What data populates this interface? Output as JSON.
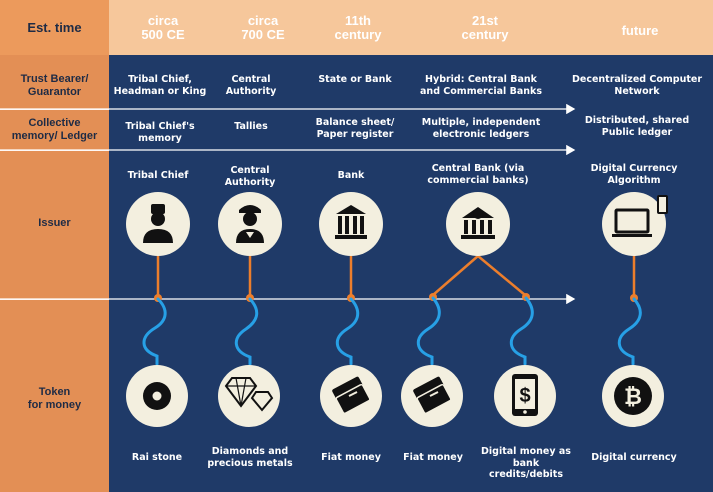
{
  "header": {
    "label": "Est. time",
    "eras": [
      {
        "line1": "circa",
        "line2": "500 CE"
      },
      {
        "line1": "circa",
        "line2": "700 CE"
      },
      {
        "line1": "11th",
        "line2": "century"
      },
      {
        "line1": "21st",
        "line2": "century"
      },
      {
        "line1": "future",
        "line2": ""
      }
    ]
  },
  "rows": {
    "trust": {
      "label1": "Trust Bearer/",
      "label2": "Guarantor",
      "cells": [
        [
          "Tribal Chief,",
          "Headman or King"
        ],
        [
          "Central",
          "Authority"
        ],
        [
          "State or Bank",
          ""
        ],
        [
          "Hybrid: Central Bank",
          "and Commercial Banks"
        ],
        [
          "Decentralized Computer",
          "Network"
        ]
      ]
    },
    "ledger": {
      "label1": "Collective",
      "label2": "memory/ Ledger",
      "cells": [
        [
          "Tribal Chief's",
          "memory"
        ],
        [
          "Tallies",
          ""
        ],
        [
          "Balance sheet/",
          "Paper register"
        ],
        [
          "Multiple, independent",
          "electronic ledgers"
        ],
        [
          "Distributed, shared",
          "Public ledger"
        ]
      ]
    },
    "issuer": {
      "label": "Issuer",
      "cells": [
        {
          "line1": "Tribal Chief",
          "line2": "",
          "icon": "chief-icon"
        },
        {
          "line1": "Central",
          "line2": "Authority",
          "icon": "officer-icon"
        },
        {
          "line1": "Bank",
          "line2": "",
          "icon": "bank-icon"
        },
        {
          "line1": "Central Bank (via",
          "line2": "commercial banks)",
          "icon": "central-bank-icon"
        },
        {
          "line1": "Digital Currency",
          "line2": "Algorithm",
          "icon": "computer-icon"
        }
      ]
    },
    "token": {
      "label1": "Token",
      "label2": "for money",
      "cells": [
        {
          "line1": "Rai stone",
          "line2": "",
          "icon": "rai-stone-icon"
        },
        {
          "line1": "Diamonds and",
          "line2": "precious metals",
          "icon": "diamonds-icon"
        },
        {
          "line1": "Fiat money",
          "line2": "",
          "icon": "banknotes-icon"
        },
        {
          "line1": "Fiat money",
          "line2": "",
          "icon": "banknotes-icon"
        },
        {
          "line1": "Digital money as",
          "line2": "bank credits/debits",
          "icon": "phone-dollar-icon"
        },
        {
          "line1": "Digital currency",
          "line2": "",
          "icon": "bitcoin-icon"
        }
      ]
    }
  },
  "colors": {
    "header_bg": "#f6c79b",
    "left_col_bg": "#e38f55",
    "main_bg": "#1f3a68",
    "connector_orange": "#ec7e2c",
    "wire_blue": "#27a0e6"
  }
}
